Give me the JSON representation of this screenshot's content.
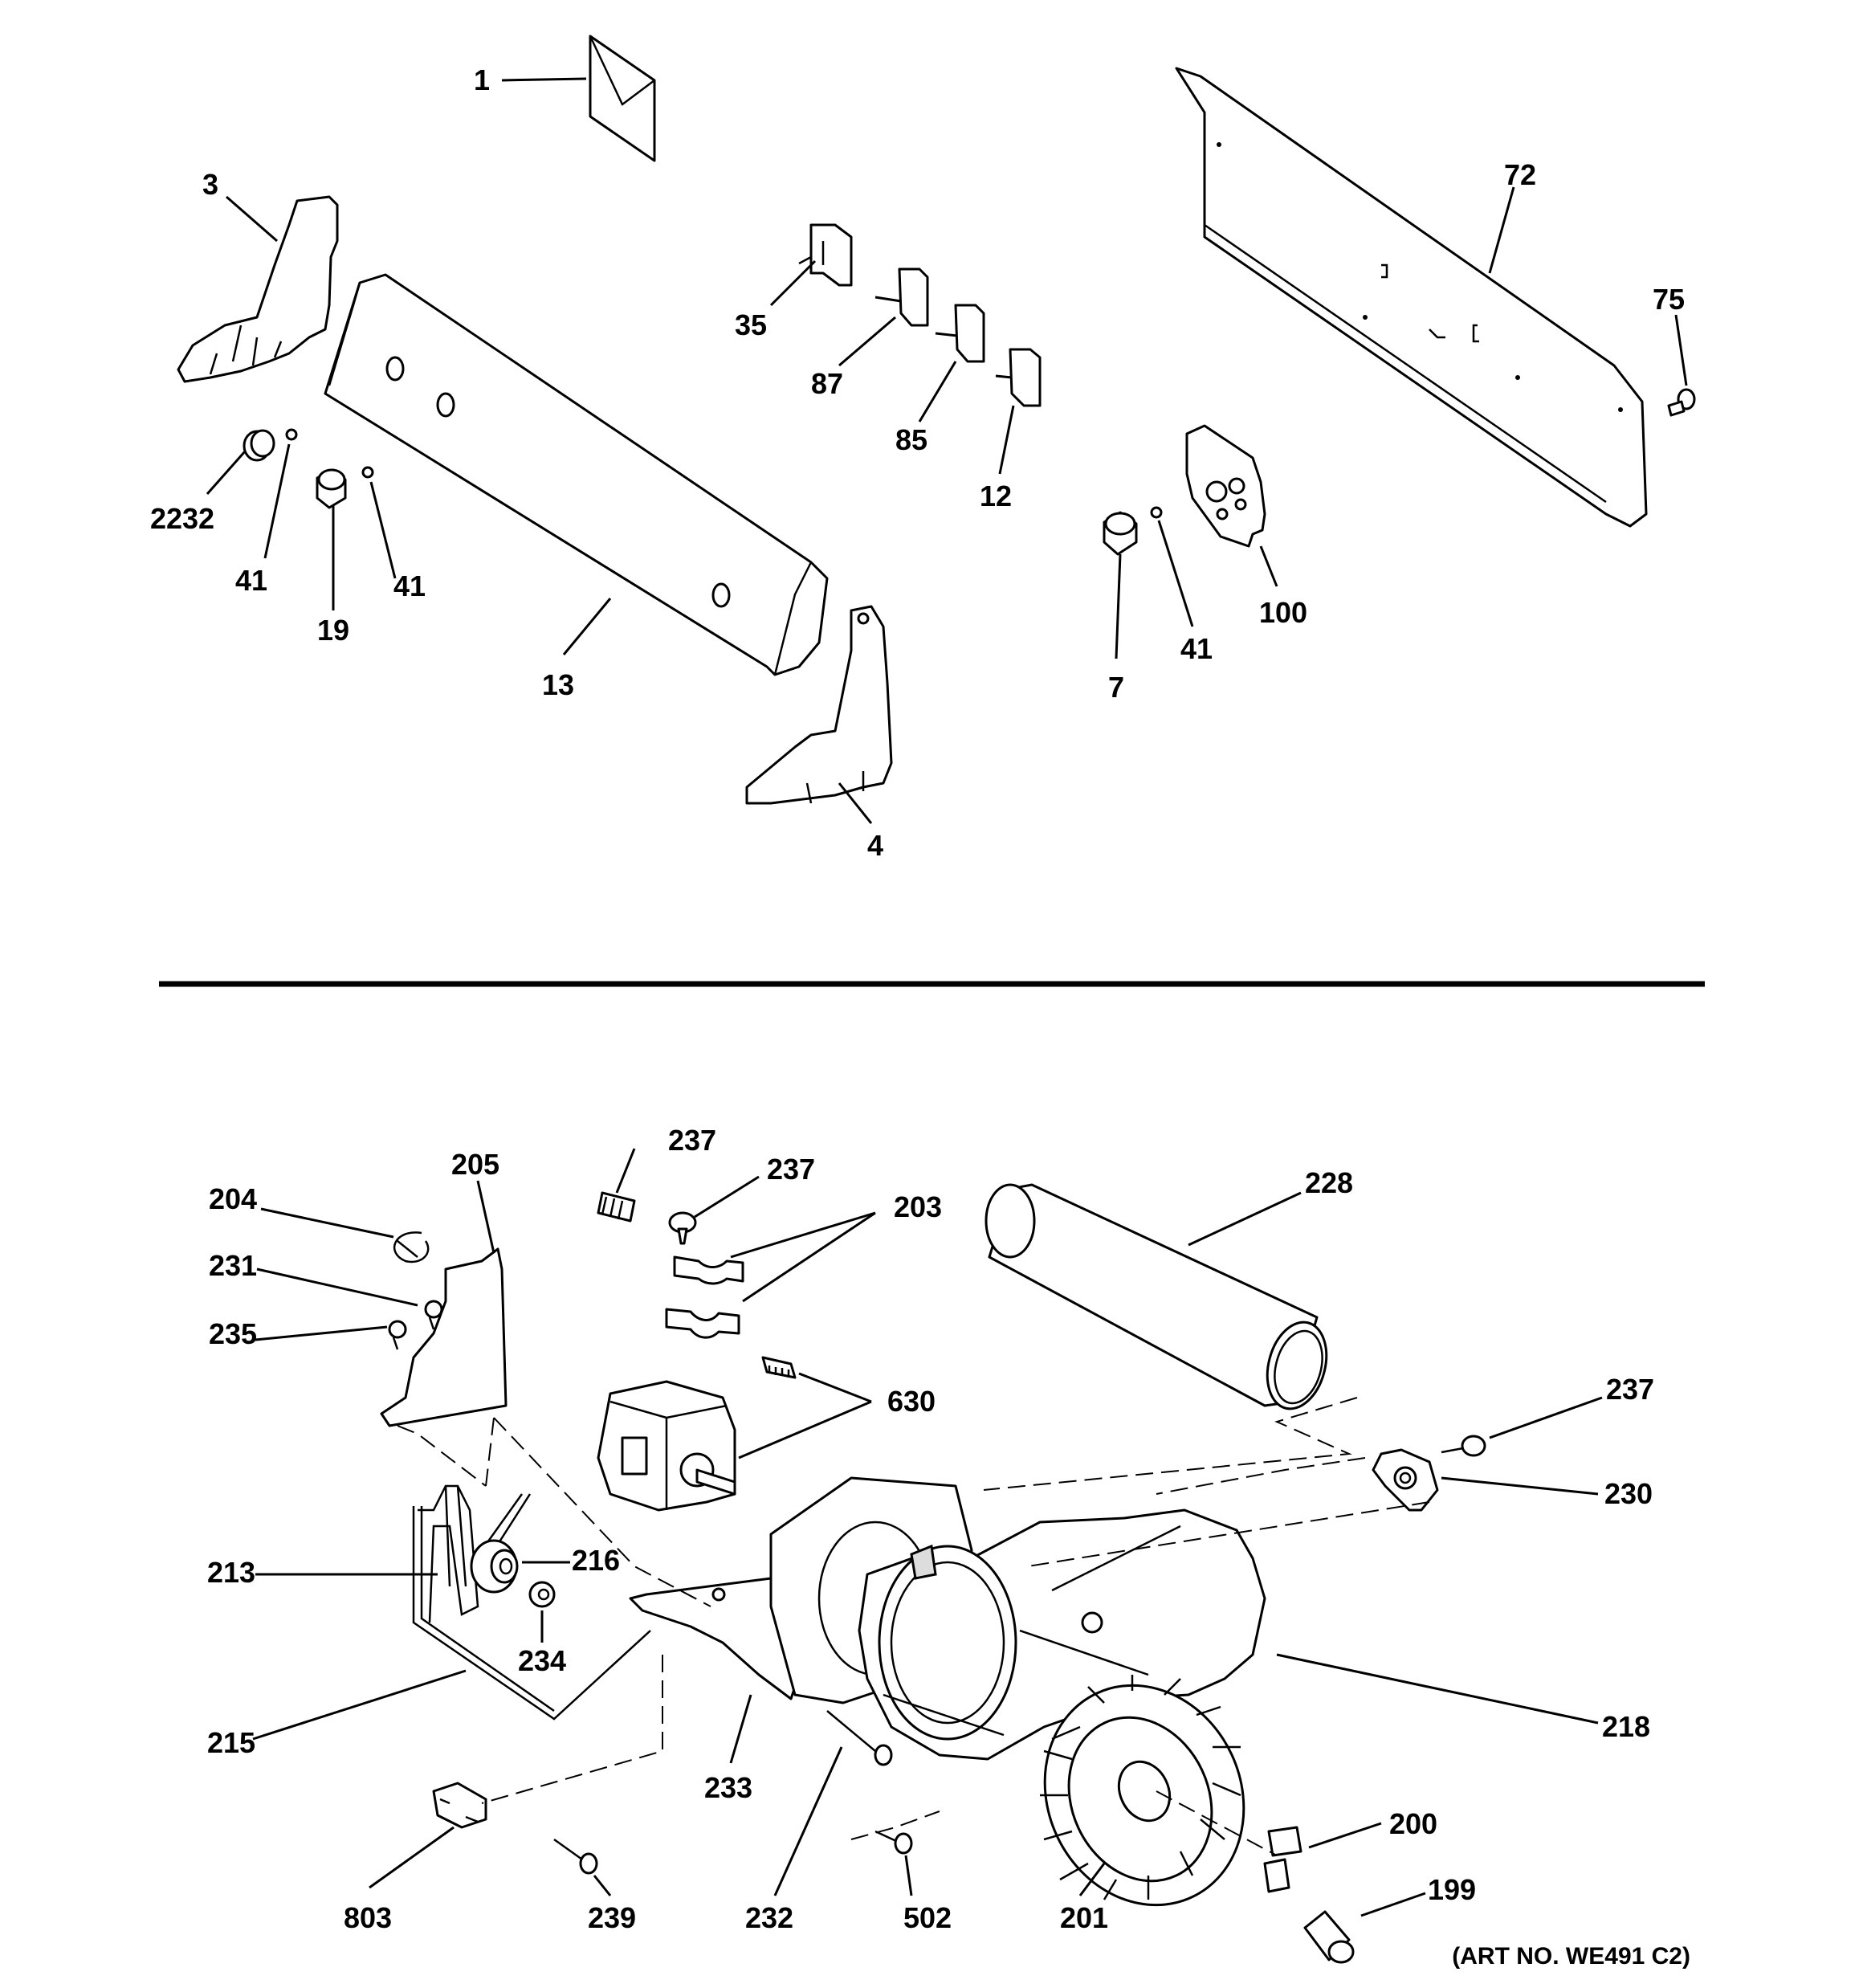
{
  "art_number": "(ART NO. WE491 C2)",
  "callouts": [
    {
      "id": "1",
      "text": "1"
    },
    {
      "id": "3",
      "text": "3"
    },
    {
      "id": "72",
      "text": "72"
    },
    {
      "id": "75",
      "text": "75"
    },
    {
      "id": "35",
      "text": "35"
    },
    {
      "id": "87",
      "text": "87"
    },
    {
      "id": "85",
      "text": "85"
    },
    {
      "id": "12",
      "text": "12"
    },
    {
      "id": "2232",
      "text": "2232"
    },
    {
      "id": "41a",
      "text": "41"
    },
    {
      "id": "41b",
      "text": "41"
    },
    {
      "id": "19",
      "text": "19"
    },
    {
      "id": "13",
      "text": "13"
    },
    {
      "id": "4",
      "text": "4"
    },
    {
      "id": "100",
      "text": "100"
    },
    {
      "id": "41c",
      "text": "41"
    },
    {
      "id": "7",
      "text": "7"
    },
    {
      "id": "237a",
      "text": "237"
    },
    {
      "id": "237b",
      "text": "237"
    },
    {
      "id": "203",
      "text": "203"
    },
    {
      "id": "228",
      "text": "228"
    },
    {
      "id": "204",
      "text": "204"
    },
    {
      "id": "205",
      "text": "205"
    },
    {
      "id": "231",
      "text": "231"
    },
    {
      "id": "235",
      "text": "235"
    },
    {
      "id": "630",
      "text": "630"
    },
    {
      "id": "237c",
      "text": "237"
    },
    {
      "id": "230",
      "text": "230"
    },
    {
      "id": "213",
      "text": "213"
    },
    {
      "id": "216",
      "text": "216"
    },
    {
      "id": "234",
      "text": "234"
    },
    {
      "id": "215",
      "text": "215"
    },
    {
      "id": "218",
      "text": "218"
    },
    {
      "id": "233",
      "text": "233"
    },
    {
      "id": "200",
      "text": "200"
    },
    {
      "id": "199",
      "text": "199"
    },
    {
      "id": "803",
      "text": "803"
    },
    {
      "id": "239",
      "text": "239"
    },
    {
      "id": "232",
      "text": "232"
    },
    {
      "id": "502",
      "text": "502"
    },
    {
      "id": "201",
      "text": "201"
    }
  ]
}
